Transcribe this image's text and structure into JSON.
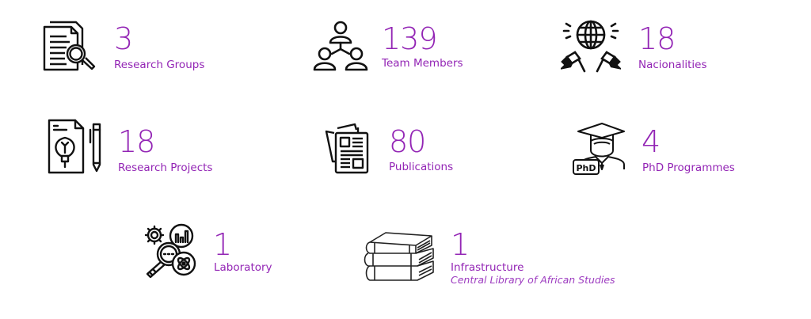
{
  "accent_color": "#9325b5",
  "stats": [
    {
      "value": "3",
      "label": "Research Groups",
      "icon": "document-search-icon"
    },
    {
      "value": "139",
      "label": "Team Members",
      "icon": "team-network-icon"
    },
    {
      "value": "18",
      "label": "Nacionalities",
      "icon": "globe-flags-icon"
    },
    {
      "value": "18",
      "label": "Research Projects",
      "icon": "idea-document-pen-icon"
    },
    {
      "value": "80",
      "label": "Publications",
      "icon": "newspaper-icon"
    },
    {
      "value": "4",
      "label": "PhD Programmes",
      "icon": "graduate-phd-icon"
    },
    {
      "value": "1",
      "label": "Laboratory",
      "icon": "lab-research-icon"
    },
    {
      "value": "1",
      "label": "Infrastructure",
      "sublabel": "Central Library of African Studies",
      "icon": "books-stack-icon"
    }
  ]
}
